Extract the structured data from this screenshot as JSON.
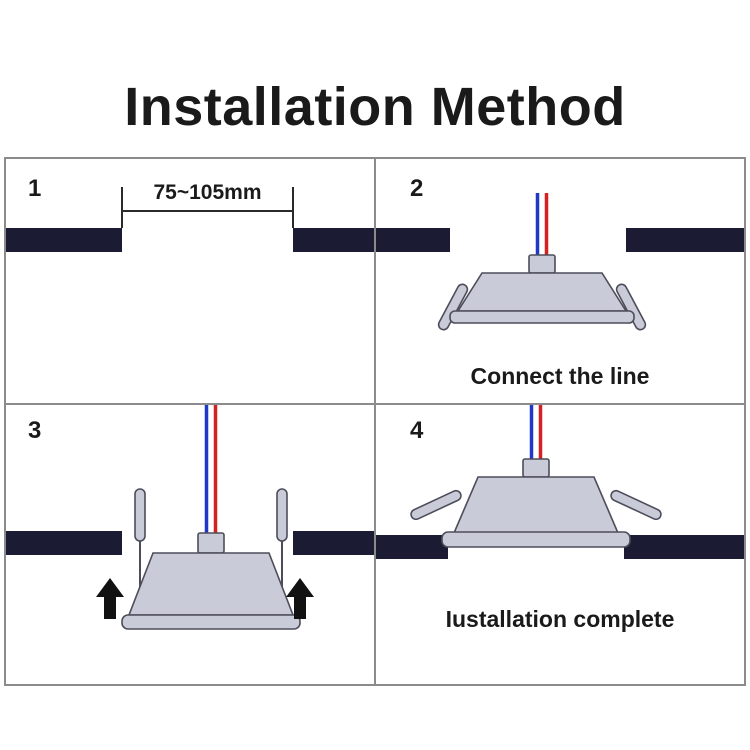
{
  "title": "Installation Method",
  "steps": [
    {
      "number": "1",
      "dimension_label": "75~105mm"
    },
    {
      "number": "2",
      "caption": "Connect the line"
    },
    {
      "number": "3"
    },
    {
      "number": "4",
      "caption": "Iustallation complete"
    }
  ],
  "colors": {
    "ceiling": "#1b1b33",
    "lamp_fill": "#c9cbd8",
    "lamp_stroke": "#4d4d5a",
    "wire_blue": "#2038c8",
    "wire_red": "#d42020",
    "arrow": "#111111",
    "line": "#2a2a2a",
    "border": "#8b8b8b",
    "text": "#1a1a1a"
  }
}
